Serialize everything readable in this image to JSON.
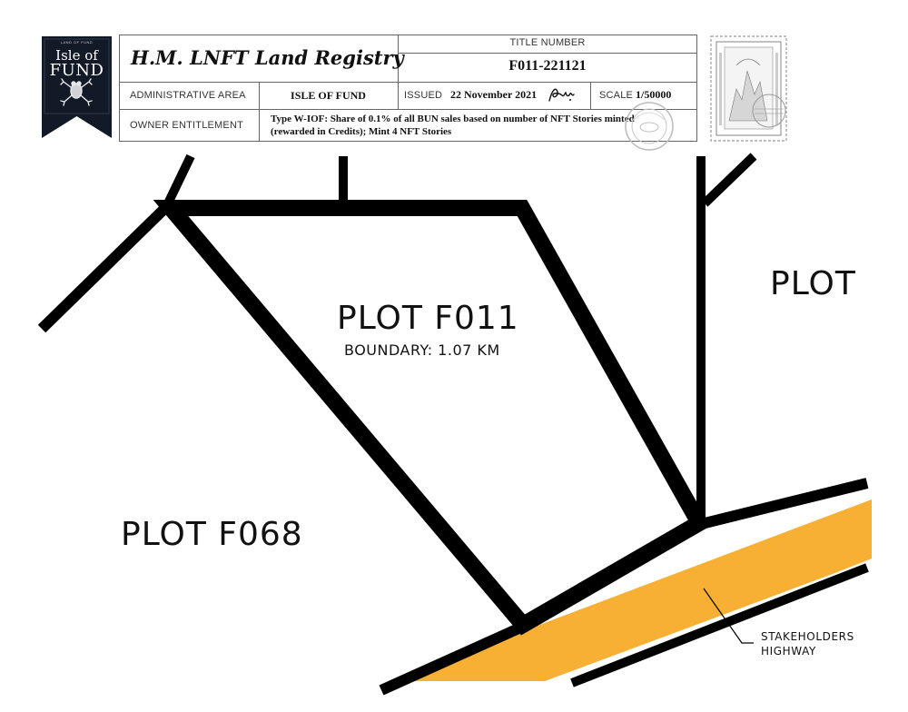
{
  "badge": {
    "tiny_text": "LAND OF FUND",
    "line1": "Isle of",
    "line2": "FUND",
    "icon": "frog-emblem-icon",
    "color": "#111a26"
  },
  "header": {
    "registry_title": "H.M. LNFT Land Registry",
    "title_number_label": "TITLE NUMBER",
    "title_number_value": "F011-221121",
    "admin_area_label": "ADMINISTRATIVE AREA",
    "admin_area_value": "ISLE OF FUND",
    "issued_label": "ISSUED",
    "issued_value": "22 November 2021",
    "signature_icon": "signature-icon",
    "scale_label": "SCALE",
    "scale_value": "1/50000",
    "owner_label": "OWNER ENTITLEMENT",
    "owner_value_line1": "Type W-IOF: Share of 0.1% of all BUN sales based on number of NFT Stories minted",
    "owner_value_line2": "(rewarded in Credits); Mint 4 NFT Stories"
  },
  "stamp": {
    "icon": "postage-stamp-icon",
    "seal_icon": "registry-seal-icon"
  },
  "map": {
    "plot_main": "PLOT F011",
    "plot_main_boundary": "BOUNDARY: 1.07 KM",
    "plot_west": "PLOT F068",
    "plot_east": "PLOT",
    "road_label_line1": "STAKEHOLDERS",
    "road_label_line2": "HIGHWAY",
    "road_color": "#f7b033",
    "boundary_color": "#000000"
  }
}
